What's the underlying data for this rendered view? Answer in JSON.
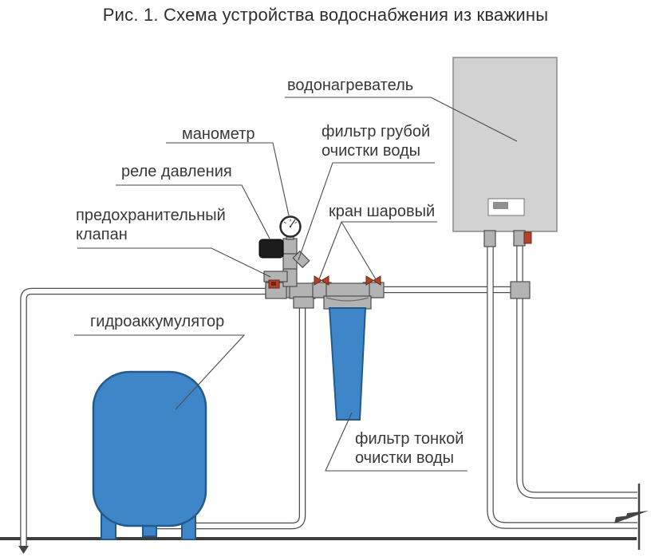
{
  "title": "Рис. 1. Схема устройства водоснабжения из кважины",
  "labels": {
    "water_heater": "водонагреватель",
    "manometer": "манометр",
    "coarse_filter": "фильтр грубой\nочистки воды",
    "ball_valve": "кран шаровый",
    "pressure_relay": "реле давления",
    "safety_valve": "предохранительный\nклапан",
    "hydroaccumulator": "гидроаккумулятор",
    "fine_filter": "фильтр тонкой\nочистки воды"
  },
  "colors": {
    "tank_blue": "#3e86c7",
    "tank_blue_border": "#235a8c",
    "pipe_gray": "#b3b3b3",
    "pipe_border": "#4d4d4d",
    "heater_gray": "#d2d2d2",
    "heater_border": "#8a8a8a",
    "valve_red": "#b0442a",
    "valve_red_dark": "#6e2413",
    "relay_black": "#1c1c1c",
    "line_color": "#4a4a4a",
    "ground_color": "#3d3d3d"
  }
}
